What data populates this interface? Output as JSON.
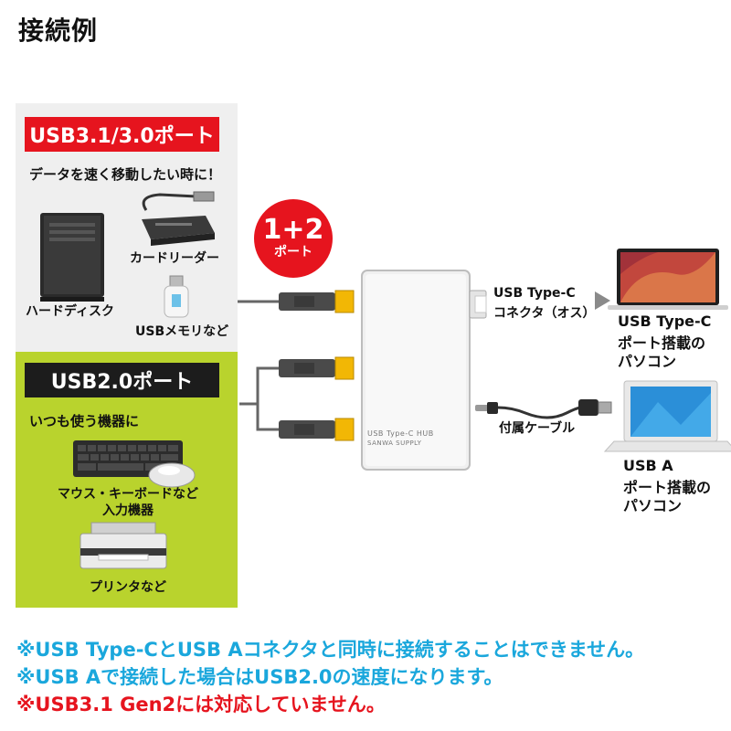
{
  "title": "接続例",
  "usb3_panel": {
    "badge": "USB3.1/3.0ポート",
    "subtitle": "データを速く移動したい時に！",
    "devices": {
      "card_reader": "カードリーダー",
      "hdd": "ハードディスク",
      "usb_memory": "USBメモリなど"
    }
  },
  "usb2_panel": {
    "badge": "USB2.0ポート",
    "subtitle": "いつも使う機器に",
    "devices": {
      "keyboard_mouse_line1": "マウス・キーボードなど",
      "keyboard_mouse_line2": "入力機器",
      "printer": "プリンタなど"
    }
  },
  "port_circle": {
    "number": "1+2",
    "label": "ポート"
  },
  "hub": {
    "print_line1": "USB Type-C HUB",
    "print_line2": "SANWA SUPPLY"
  },
  "typec_connector": {
    "line1": "USB Type-C",
    "line2": "コネクタ（オス）"
  },
  "cable": {
    "label": "付属ケーブル"
  },
  "pc_typec": {
    "line1": "USB Type-C",
    "line2": "ポート搭載の",
    "line3": "パソコン"
  },
  "pc_usba": {
    "line1": "USB A",
    "line2": "ポート搭載の",
    "line3": "パソコン"
  },
  "notes": [
    {
      "text": "※USB Type-CとUSB Aコネクタと同時に接続することはできません。",
      "color": "#1aa7dc"
    },
    {
      "text": "※USB Aで接続した場合はUSB2.0の速度になります。",
      "color": "#1aa7dc"
    },
    {
      "text": "※USB3.1 Gen2には対応していません。",
      "color": "#e6141e"
    }
  ],
  "colors": {
    "red": "#e6141e",
    "green": "#b9d32d",
    "grey_panel": "#efefef",
    "blue": "#1aa7dc"
  }
}
